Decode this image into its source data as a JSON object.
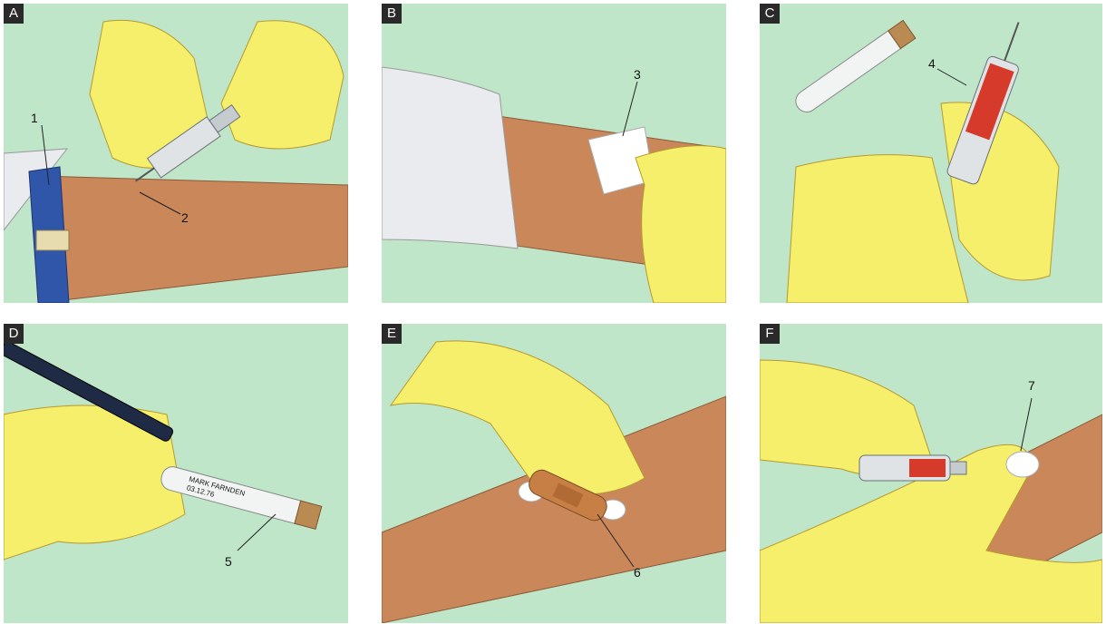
{
  "panels": [
    {
      "label": "A",
      "callouts": [
        "1",
        "2"
      ]
    },
    {
      "label": "B",
      "callouts": [
        "3"
      ]
    },
    {
      "label": "C",
      "callouts": [
        "4"
      ]
    },
    {
      "label": "D",
      "callouts": [
        "5"
      ],
      "tube_text": [
        "MARK FARNDEN",
        "03.12.76"
      ]
    },
    {
      "label": "E",
      "callouts": [
        "6"
      ]
    },
    {
      "label": "F",
      "callouts": [
        "7"
      ]
    }
  ],
  "colors": {
    "background_green": "#bfe6c9",
    "skin": "#c9875a",
    "glove": "#f5ef6c",
    "glove_outline": "#b79a2c",
    "blood": "#d63a2a",
    "tourniquet": "#2f56a8",
    "sleeve": "#e9ebee"
  }
}
